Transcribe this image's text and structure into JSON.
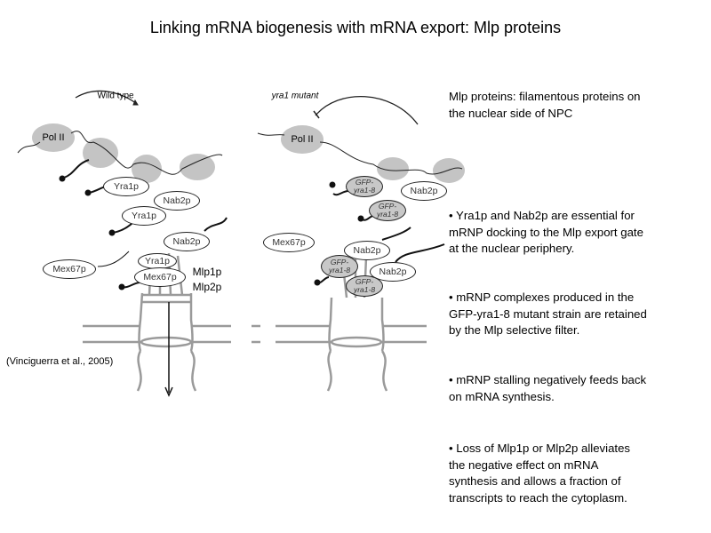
{
  "title": "Linking mRNA biogenesis with mRNA export: Mlp proteins",
  "intro": [
    "Mlp proteins: filamentous proteins on",
    "the nuclear side of NPC"
  ],
  "bullets": [
    [
      "• Yra1p and Nab2p are essential for",
      "mRNP docking to the Mlp export gate",
      "at the nuclear periphery."
    ],
    [
      "• mRNP complexes produced in the",
      "GFP-yra1-8 mutant strain are retained",
      "by the Mlp selective filter."
    ],
    [
      "• mRNP stalling negatively feeds back",
      "on mRNA synthesis."
    ],
    [
      "• Loss of Mlp1p or Mlp2p alleviates",
      "the negative effect on mRNA",
      "synthesis and allows a fraction of",
      "transcripts to reach the cytoplasm."
    ]
  ],
  "citation": "(Vinciguerra et al., 2005)",
  "diagram": {
    "wild_type": {
      "label": "Wild type",
      "pol": "Pol II",
      "yra1a": "Yra1p",
      "nab2a": "Nab2p",
      "yra1b": "Yra1p",
      "nab2b": "Nab2p",
      "yra1c": "Yra1p",
      "mex67a": "Mex67p",
      "mex67b": "Mex67p",
      "mlp1": "Mlp1p",
      "mlp2": "Mlp2p"
    },
    "mutant": {
      "label": "yra1 mutant",
      "pol": "Pol II",
      "gfp": "GFP-\nyra1-8",
      "nab2": "Nab2p",
      "mex67": "Mex67p"
    }
  }
}
